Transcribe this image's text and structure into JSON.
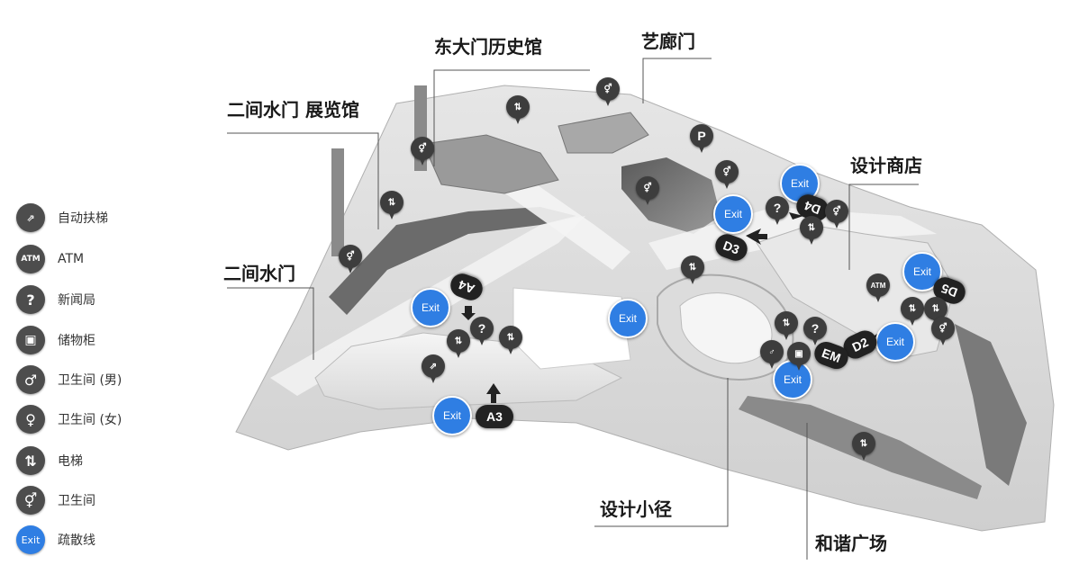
{
  "legend": {
    "items": [
      {
        "icon": "escalator-icon",
        "glyph": "⇗",
        "label": "自动扶梯"
      },
      {
        "icon": "atm-icon",
        "glyph": "ATM",
        "label": "ATM"
      },
      {
        "icon": "information-icon",
        "glyph": "?",
        "label": "新闻局"
      },
      {
        "icon": "locker-icon",
        "glyph": "▣",
        "label": "储物柜"
      },
      {
        "icon": "male-restroom-icon",
        "glyph": "♂",
        "label": "卫生间 (男)"
      },
      {
        "icon": "female-restroom-icon",
        "glyph": "♀",
        "label": "卫生间 (女)"
      },
      {
        "icon": "elevator-icon",
        "glyph": "⇅",
        "label": "电梯"
      },
      {
        "icon": "restroom-icon",
        "glyph": "⚥",
        "label": "卫生间"
      },
      {
        "icon": "exit-icon",
        "glyph": "Exit",
        "label": "疏散线"
      }
    ]
  },
  "map": {
    "labels": {
      "history_hall": "东大门历史馆",
      "art_gate": "艺廊门",
      "erganshuimen_hall": "二间水门 展览馆",
      "design_shop": "设计商店",
      "erganshuimen": "二间水门",
      "design_path": "设计小径",
      "harmony_plaza": "和谐广场"
    },
    "exit_text": "Exit",
    "parking": "P",
    "gates": {
      "a3": "A3",
      "a4": "A4",
      "d3": "D3",
      "d4": "D4",
      "d2": "D2",
      "d5": "D5",
      "em": "EM"
    },
    "pin_text": {
      "atm": "ATM",
      "info": "?",
      "restroom": "⚥",
      "elevator": "⇅",
      "escalator": "⇗",
      "locker": "▣",
      "male": "♂"
    }
  },
  "colors": {
    "exit_blue": "#2f7ee3",
    "pin_dark": "#3d3d3d",
    "gate_black": "#222222"
  }
}
